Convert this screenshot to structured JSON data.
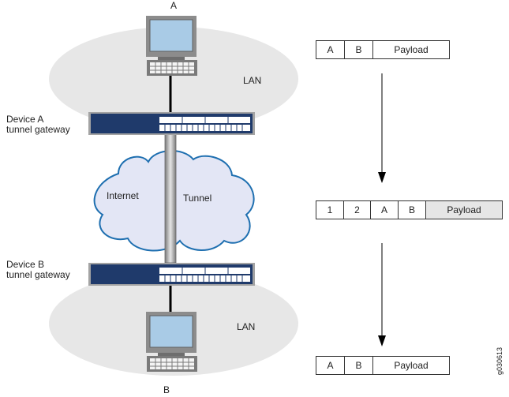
{
  "hosts": {
    "top_label": "A",
    "bottom_label": "B"
  },
  "lans": {
    "top_label": "LAN",
    "bottom_label": "LAN"
  },
  "gateways": {
    "a": {
      "line1": "Device A",
      "line2": "tunnel gateway"
    },
    "b": {
      "line1": "Device B",
      "line2": "tunnel gateway"
    }
  },
  "cloud": {
    "internet_label": "Internet",
    "tunnel_label": "Tunnel"
  },
  "packets": {
    "original": {
      "cells": [
        "A",
        "B",
        "Payload"
      ]
    },
    "encapsulated": {
      "cells": [
        "1",
        "2",
        "A",
        "B",
        "Payload"
      ]
    },
    "decapsulated": {
      "cells": [
        "A",
        "B",
        "Payload"
      ]
    }
  },
  "figure_id": "g030613",
  "colors": {
    "cloud_fill": "#e3e6f5",
    "cloud_stroke": "#1e6fb0",
    "device_fill": "#1f3a6b",
    "lan_fill": "#e7e7e7",
    "monitor_screen": "#a9cbe6"
  }
}
